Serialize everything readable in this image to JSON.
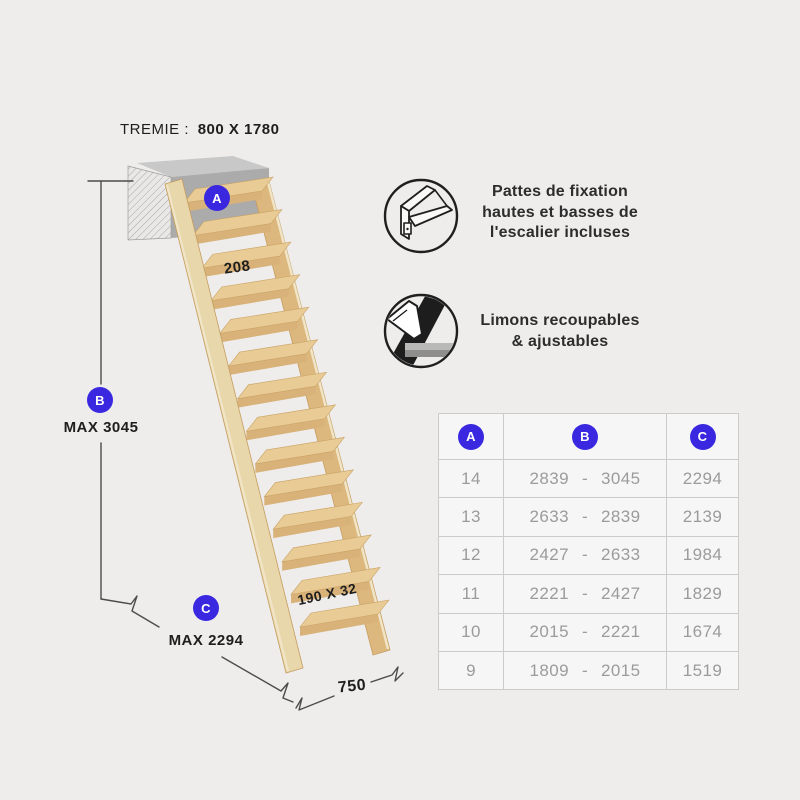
{
  "colors": {
    "accent": "#3a28e1",
    "page_bg": "#eeedec",
    "line": "#4c4c4c",
    "label_text": "#1e1e1e",
    "wood_top": "#e9cb96",
    "wood_front": "#d8b279",
    "stringer": "#ddb87e",
    "stringer_left": "#e8d7ab",
    "stringer_light": "#f0e5c6",
    "box_top": "#c8c8c8",
    "box_front": "#ababab",
    "table_bg": "#f6f6f6",
    "table_border": "#cbcbcb",
    "table_text": "#9b9b9b"
  },
  "diagram": {
    "tremie_label": "TREMIE :",
    "tremie_value": "800 X 1780",
    "badges": {
      "a": "A",
      "b": "B",
      "c": "C"
    },
    "max_height_label": "MAX 3045",
    "max_run_label": "MAX 2294",
    "riser_height": "208",
    "tread_section": "190 X 32",
    "stair_width": "750",
    "steps_count": 14
  },
  "features": [
    {
      "icon": "stringer-bracket-icon",
      "lines": [
        "Pattes de fixation",
        "hautes et basses de",
        "l'escalier incluses"
      ]
    },
    {
      "icon": "saw-cutting-stringer-icon",
      "lines": [
        "Limons recoupables",
        "& ajustables"
      ]
    }
  ],
  "table": {
    "headers": [
      "A",
      "B",
      "C"
    ],
    "range_separator": "-",
    "rows": [
      {
        "a": "14",
        "b_from": "2839",
        "b_to": "3045",
        "c": "2294"
      },
      {
        "a": "13",
        "b_from": "2633",
        "b_to": "2839",
        "c": "2139"
      },
      {
        "a": "12",
        "b_from": "2427",
        "b_to": "2633",
        "c": "1984"
      },
      {
        "a": "11",
        "b_from": "2221",
        "b_to": "2427",
        "c": "1829"
      },
      {
        "a": "10",
        "b_from": "2015",
        "b_to": "2221",
        "c": "1674"
      },
      {
        "a": "9",
        "b_from": "1809",
        "b_to": "2015",
        "c": "1519"
      }
    ]
  }
}
